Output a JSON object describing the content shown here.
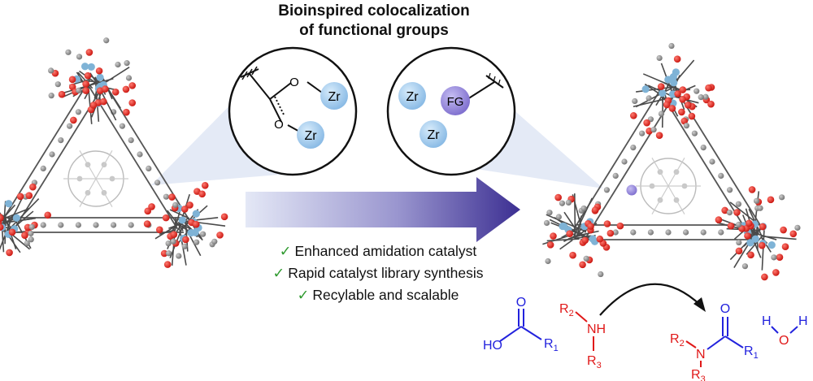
{
  "title": {
    "line1": "Bioinspired colocalization",
    "line2": "of functional groups"
  },
  "features": [
    "Enhanced amidation catalyst",
    "Rapid catalyst library synthesis",
    "Recylable and scalable"
  ],
  "check_mark": "✓",
  "inset_left": {
    "metal1": "Zr",
    "metal2": "Zr"
  },
  "inset_right": {
    "metal1": "Zr",
    "metal2": "Zr",
    "group": "FG"
  },
  "reaction": {
    "acid": {
      "oxygen": "O",
      "hydroxyl": "HO",
      "r_group": "R",
      "r_sub": "1"
    },
    "amine": {
      "nh": "NH",
      "r2": "R",
      "r2_sub": "2",
      "r3": "R",
      "r3_sub": "3"
    },
    "amide": {
      "oxygen": "O",
      "nitrogen": "N",
      "r2": "R",
      "r2_sub": "2",
      "r3": "R",
      "r3_sub": "3",
      "r1": "R",
      "r1_sub": "1"
    },
    "water": {
      "h1": "H",
      "o": "O",
      "h2": "H"
    }
  },
  "colors": {
    "zr_ball": "#9cc8ea",
    "fg_ball": "#8f83d8",
    "oxygen_atom": "#e0241c",
    "carbon_atom": "#8a8a8a",
    "arrow_start": "#e4e8f6",
    "arrow_end": "#3c2f92",
    "acid_blue": "#2222dd",
    "amine_red": "#e01818",
    "check_green": "#2f9a2f"
  }
}
